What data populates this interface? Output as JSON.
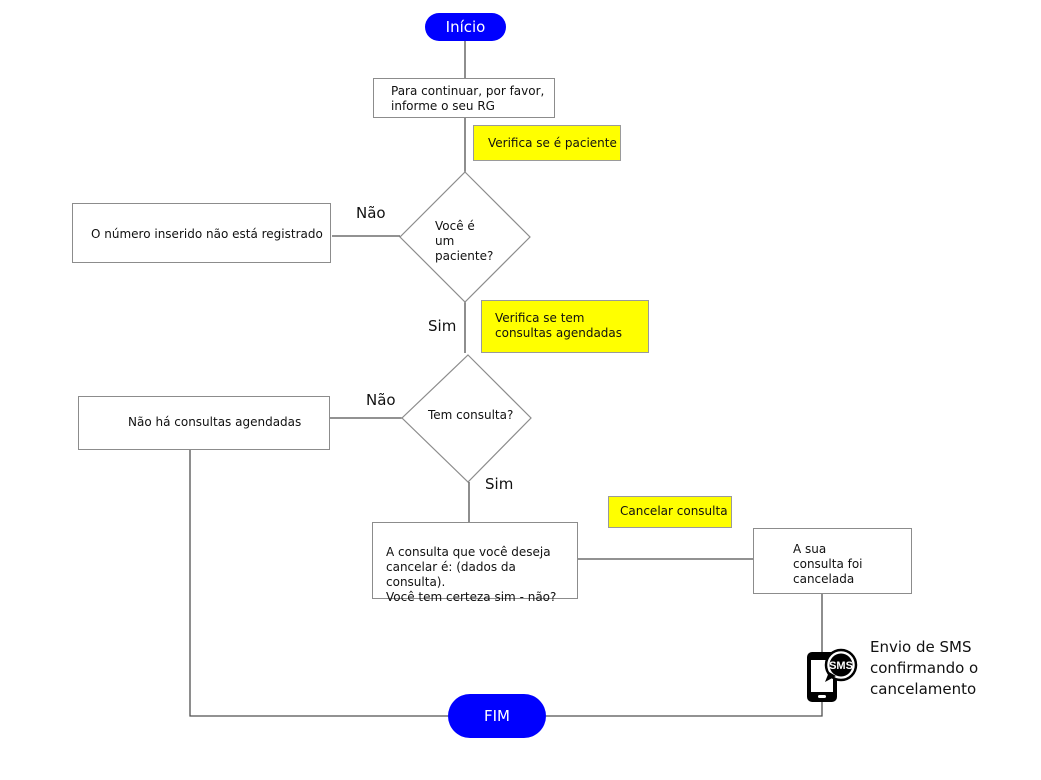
{
  "colors": {
    "terminal_fill": "#0000ff",
    "note_fill": "#ffff00",
    "line": "#505050",
    "box_border": "#8c8c8c"
  },
  "nodes": {
    "start": "Início",
    "ask_rg": "Para continuar, por favor, informe o seu RG",
    "note_check_patient": "Verifica se é paciente",
    "decision_patient": "Você é um paciente?",
    "not_registered": "O número inserido não está registrado",
    "note_check_appointments": "Verifica se tem consultas agendadas",
    "decision_appointment": "Tem consulta?",
    "no_appointments": "Não há consultas agendadas",
    "confirm_cancel": "A consulta que você deseja cancelar é: (dados da consulta).\nVocê tem certeza sim - não?",
    "note_cancel": "Cancelar consulta",
    "cancelled": "A sua consulta foi cancelada",
    "sms_note": "Envio de SMS confirmando o cancelamento",
    "end": "FIM"
  },
  "edge_labels": {
    "patient_no": "Não",
    "patient_yes": "Sim",
    "appointment_no": "Não",
    "appointment_yes": "Sim"
  },
  "icons": {
    "phone": "sms-phone-icon",
    "phone_badge": "SMS"
  }
}
